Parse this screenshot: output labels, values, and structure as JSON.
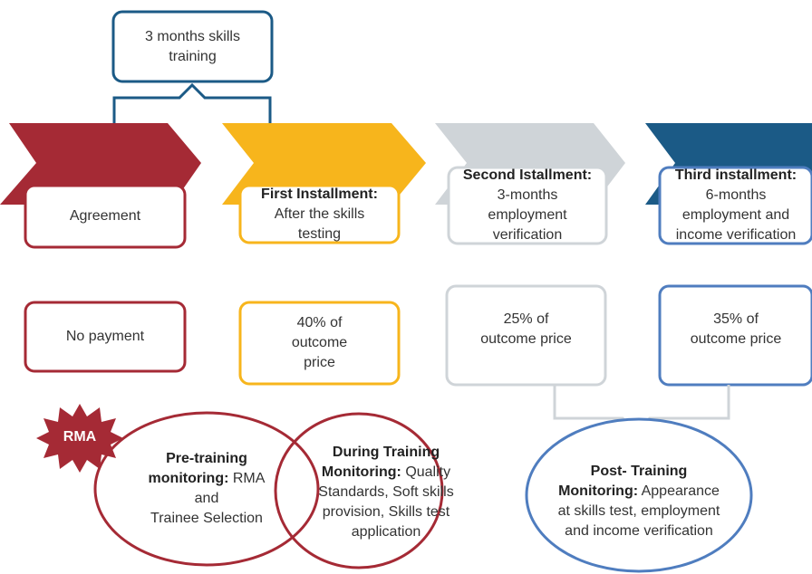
{
  "colors": {
    "red": "#a52a35",
    "yellow": "#f7b51c",
    "gray": "#cfd4d8",
    "navy": "#1b5a86",
    "lightblue": "#4f7dbf",
    "text": "#333333"
  },
  "top_box": {
    "line1": "3 months skills",
    "line2": "training"
  },
  "stages": [
    {
      "title": "",
      "text": "Agreement",
      "payment": "No payment"
    },
    {
      "title": "First Installment:",
      "text_line1": "After the skills",
      "text_line2": "testing",
      "payment_line1": "40% of",
      "payment_line2": "outcome",
      "payment_line3": "price"
    },
    {
      "title": "Second Istallment:",
      "text_line1": "3-months",
      "text_line2": "employment",
      "text_line3": "verification",
      "payment_line1": "25% of",
      "payment_line2": "outcome price"
    },
    {
      "title": "Third installment:",
      "text_line1": "6-months",
      "text_line2": "employment and",
      "text_line3": "income verification",
      "payment_line1": "35% of",
      "payment_line2": "outcome price"
    }
  ],
  "rma_badge": "RMA",
  "monitoring": {
    "pre": {
      "bold": "Pre-training",
      "bold2": "monitoring:",
      "rest": "RMA and",
      "line3": "Trainee Selection"
    },
    "during": {
      "bold": "During Training",
      "bold2": "Monitoring:",
      "rest1": "Quality",
      "line2": "Standards, Soft skills",
      "line3": "provision, Skills test",
      "line4": "application"
    },
    "post": {
      "bold": "Post- Training",
      "bold2": "Monitoring:",
      "rest1": "Appearance",
      "line2": "at skills test, employment",
      "line3": "and income verification"
    }
  }
}
